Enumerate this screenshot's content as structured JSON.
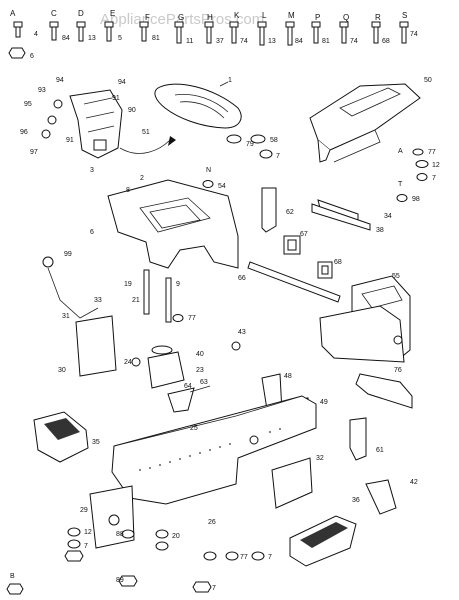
{
  "watermark": "AppliancePartsPros.com",
  "header_labels": {
    "A": "A",
    "C": "C",
    "D": "D",
    "E": "E",
    "F": "F",
    "G": "G",
    "H": "H",
    "K": "K",
    "L": "L",
    "M": "M",
    "P": "P",
    "Q": "Q",
    "R": "R",
    "S": "S"
  },
  "header_nums": {
    "n4": "4",
    "n6": "6",
    "n84a": "84",
    "n13a": "13",
    "n5": "5",
    "n81a": "81",
    "n11": "11",
    "n37": "37",
    "n74a": "74",
    "n13b": "13",
    "n84b": "84",
    "n81b": "81",
    "n74b": "74",
    "n68": "68",
    "n74c": "74"
  },
  "callouts": {
    "c1": "1",
    "c50": "50",
    "c94a": "94",
    "c94b": "94",
    "c93": "93",
    "c95": "95",
    "c96": "96",
    "c97": "97",
    "c91a": "91",
    "c91b": "91",
    "c90": "90",
    "c51a": "51",
    "c3": "3",
    "c79": "79",
    "c58": "58",
    "c7a": "7",
    "c54": "54",
    "cN": "N",
    "cA": "A",
    "c77a": "77",
    "c12a": "12",
    "c7b": "7",
    "cT": "T",
    "c98": "98",
    "c2": "2",
    "c8": "8",
    "c6": "6",
    "c62": "62",
    "c34": "34",
    "c38": "38",
    "c67": "67",
    "c68": "68",
    "c66": "66",
    "c55": "55",
    "c99": "99",
    "c19": "19",
    "c9": "9",
    "c33": "33",
    "c21": "21",
    "c77b": "77",
    "c43": "43",
    "c31": "31",
    "c30": "30",
    "c40": "40",
    "c23": "23",
    "c24": "24",
    "c64": "64",
    "c63": "63",
    "c48": "48",
    "c49": "49",
    "c76": "76",
    "c51b": "51",
    "c61": "61",
    "c35": "35",
    "c25": "25",
    "c32": "32",
    "c42": "42",
    "c36": "36",
    "c26": "26",
    "c29": "29",
    "c12b": "12",
    "c88": "88",
    "c20": "20",
    "c7c": "7",
    "c89": "89",
    "c77c": "77",
    "c7d": "7",
    "c7e": "7",
    "cB": "B"
  }
}
